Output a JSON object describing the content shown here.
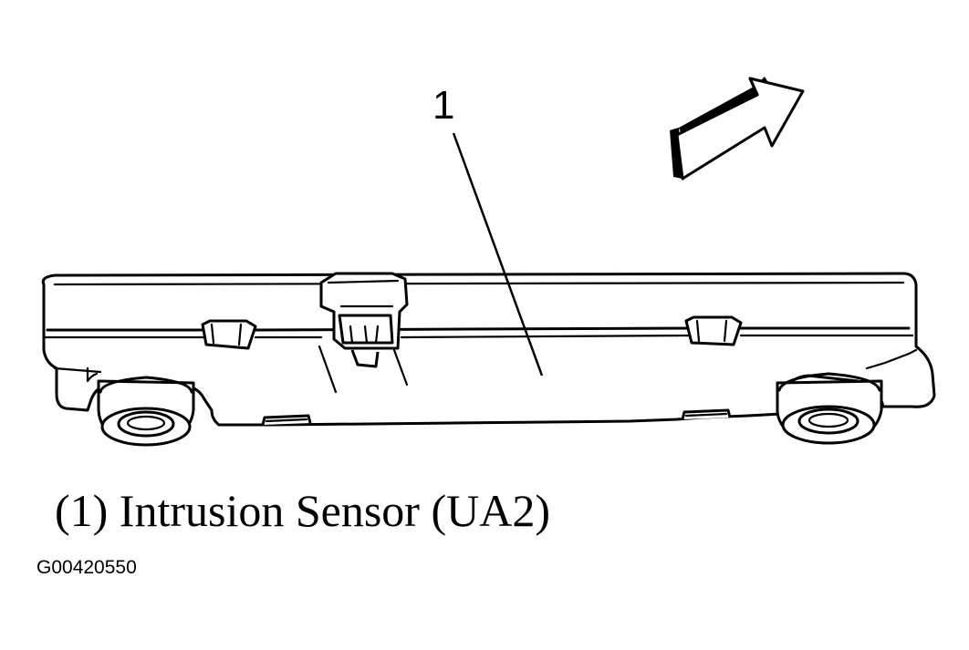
{
  "callout": {
    "number": "1"
  },
  "caption": {
    "text": "(1) Intrusion Sensor (UA2)"
  },
  "figure_id": "G00420550",
  "icons": {
    "direction_arrow": "forward-direction-arrow-icon",
    "component": "intrusion-sensor-drawing"
  },
  "colors": {
    "ink": "#000000",
    "background": "#ffffff"
  }
}
